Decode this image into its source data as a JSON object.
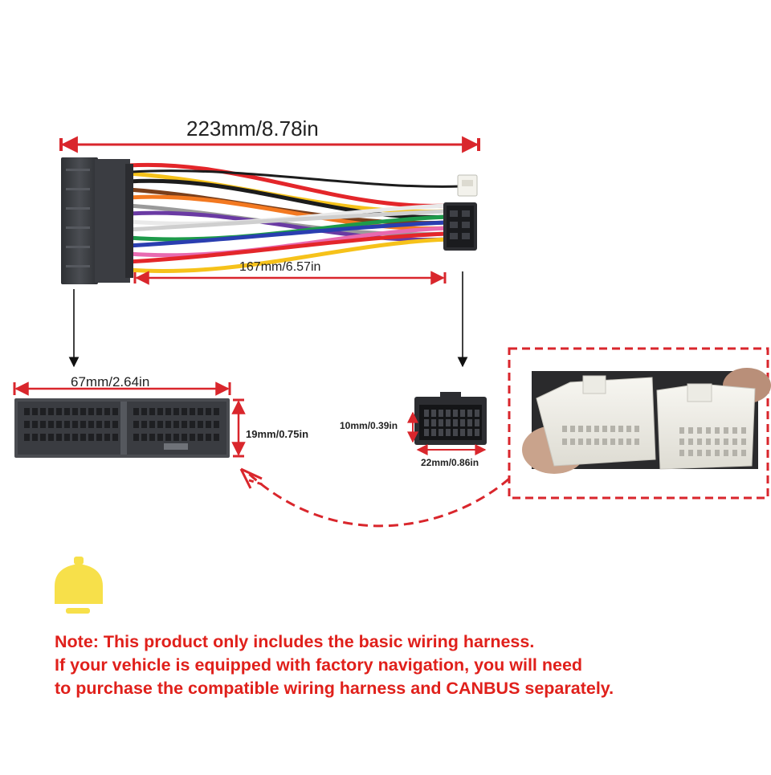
{
  "dimensions": {
    "overall_length": "223mm/8.78in",
    "cable_length": "167mm/6.57in",
    "large_connector_width": "67mm/2.64in",
    "large_connector_height": "19mm/0.75in",
    "small_connector_height": "10mm/0.39in",
    "small_connector_width": "22mm/0.86in"
  },
  "note": {
    "line1": "Note: This product only includes the basic wiring harness.",
    "line2": "If your vehicle is equipped with factory navigation, you will need",
    "line3": "to purchase the compatible wiring harness and CANBUS separately."
  },
  "colors": {
    "dimension_arrow": "#d9262c",
    "note_text": "#e0201b",
    "bell_icon": "#f7e04a",
    "connector_dark": "#3d3f44",
    "connector_white": "#f1f0ea"
  },
  "wire_colors": [
    "#e3262a",
    "#f6c21a",
    "#1c1c1c",
    "#7a3e1a",
    "#f37921",
    "#9a9a9a",
    "#6a3aa3",
    "#ffffff",
    "#cfcfcf",
    "#1d9a4a",
    "#2a3eb0",
    "#e86ab0"
  ]
}
